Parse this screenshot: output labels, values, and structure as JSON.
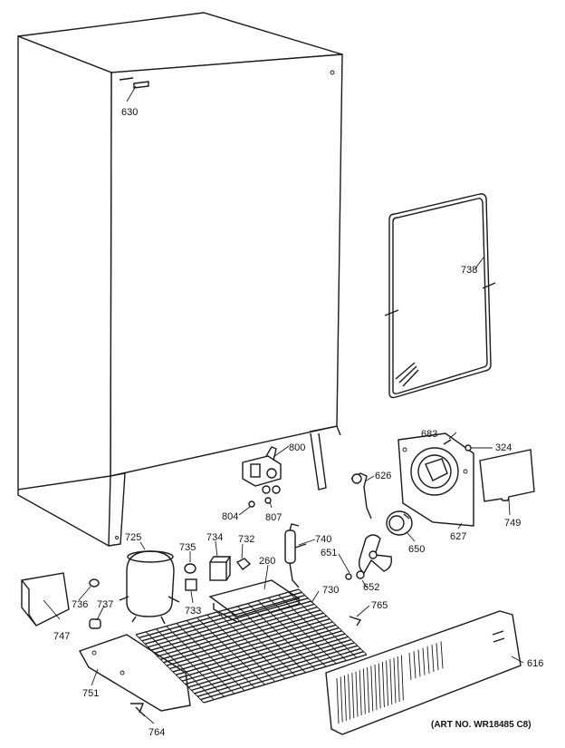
{
  "callouts": {
    "c630": "630",
    "c738": "738",
    "c800": "800",
    "c804": "804",
    "c807": "807",
    "c626": "626",
    "c683": "683",
    "c324": "324",
    "c749": "749",
    "c650": "650",
    "c627": "627",
    "c725": "725",
    "c735": "735",
    "c734": "734",
    "c732": "732",
    "c260": "260",
    "c740": "740",
    "c651": "651",
    "c652": "652",
    "c730": "730",
    "c765": "765",
    "c736": "736",
    "c737": "737",
    "c733": "733",
    "c747": "747",
    "c616": "616",
    "c751": "751",
    "c764": "764"
  },
  "art_number": "(ART NO. WR18485 C8)"
}
